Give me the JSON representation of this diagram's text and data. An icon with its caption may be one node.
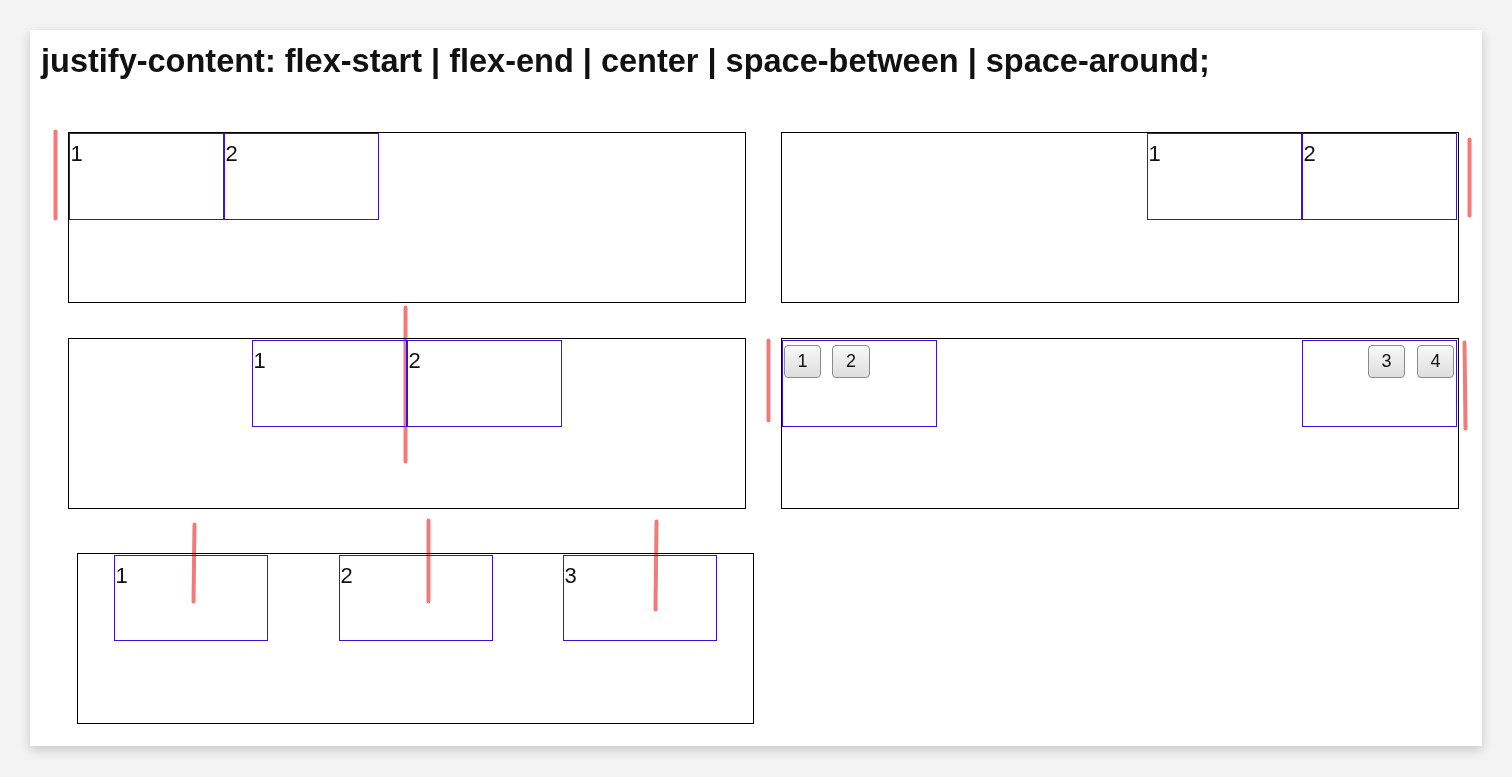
{
  "diagram": {
    "title": "justify-content: flex-start | flex-end | center | space-between | space-around;",
    "nodes": [
      {
        "text": [],
        "shape": "box"
      },
      {
        "text": [
          "1"
        ],
        "in": 0
      },
      {
        "text": [
          "2"
        ],
        "in": 0
      },
      {
        "text": [],
        "shape": "box"
      },
      {
        "text": [
          "1"
        ],
        "in": 3
      },
      {
        "text": [
          "2"
        ],
        "in": 3
      },
      {
        "text": [],
        "shape": "box"
      },
      {
        "text": [
          "1"
        ],
        "in": 6
      },
      {
        "text": [
          "2"
        ],
        "in": 6
      },
      {
        "text": [],
        "shape": "box"
      },
      {
        "text": [],
        "shape": "box",
        "in": 9
      },
      {
        "text": [
          "1"
        ],
        "in": 10
      },
      {
        "text": [
          "2"
        ],
        "in": 10
      },
      {
        "text": [],
        "shape": "box",
        "in": 9
      },
      {
        "text": [
          "3"
        ],
        "in": 13
      },
      {
        "text": [
          "4"
        ],
        "in": 13
      },
      {
        "text": [],
        "shape": "box"
      },
      {
        "text": [
          "1"
        ],
        "in": 16
      },
      {
        "text": [
          "2"
        ],
        "in": 16
      },
      {
        "text": [
          "3"
        ],
        "in": 16
      }
    ],
    "edges": []
  }
}
